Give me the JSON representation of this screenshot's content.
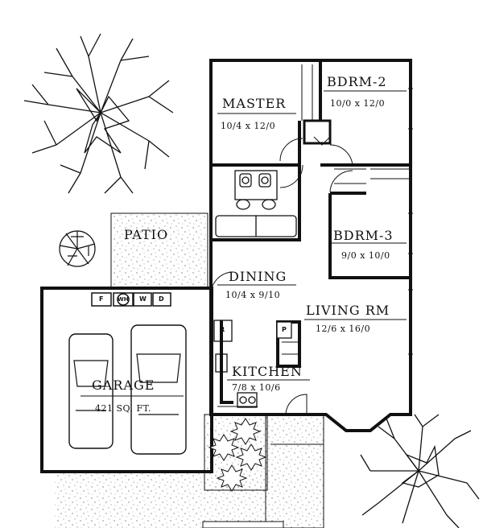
{
  "rooms": {
    "master": {
      "name": "MASTER",
      "size": "10/4 x 12/0"
    },
    "bdrm2": {
      "name": "BDRM-2",
      "size": "10/0 x 12/0"
    },
    "bdrm3": {
      "name": "BDRM-3",
      "size": "9/0 x 10/0"
    },
    "patio": {
      "name": "PATIO"
    },
    "dining": {
      "name": "DINING",
      "size": "10/4 x 9/10"
    },
    "living": {
      "name": "LIVING RM",
      "size": "12/6 x 16/0"
    },
    "kitchen": {
      "name": "KITCHEN",
      "size": "7/8 x 10/6"
    },
    "garage": {
      "name": "GARAGE",
      "size": "421 SQ. FT."
    }
  },
  "appliances": {
    "furnace": "F",
    "water_heater": "WH",
    "washer": "W",
    "dryer": "D",
    "pantry": "P",
    "refrigerator": "R"
  }
}
